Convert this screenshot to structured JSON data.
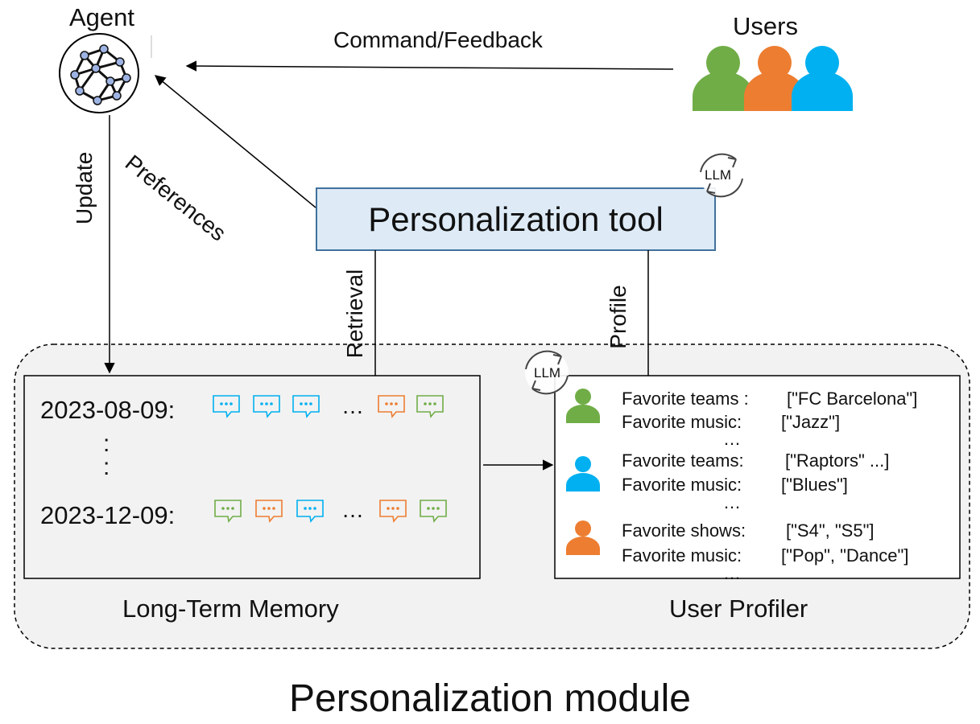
{
  "agent": {
    "label": "Agent",
    "icon": "neural-network-brain-icon"
  },
  "users": {
    "label": "Users",
    "colors": [
      "#70AD47",
      "#ED7D31",
      "#00B0F0"
    ],
    "icon": "users-group-icon"
  },
  "edges": {
    "command_feedback": "Command/Feedback",
    "preferences": "Preferences",
    "update": "Update",
    "retrieval": "Retrieval",
    "profile": "Profile"
  },
  "tool": {
    "label": "Personalization tool",
    "fill": "#DEEBF7",
    "stroke": "#41719C"
  },
  "llm_badge": {
    "label": "LLM",
    "icon": "refresh-cycle-icon"
  },
  "memory": {
    "title": "Long-Term Memory",
    "rows": [
      {
        "date": "2023-08-09:",
        "bubble_colors": [
          "#00B0F0",
          "#00B0F0",
          "#00B0F0",
          "#ED7D31",
          "#70AD47"
        ]
      },
      {
        "date": "2023-12-09:",
        "bubble_colors": [
          "#70AD47",
          "#ED7D31",
          "#00B0F0",
          "#ED7D31",
          "#70AD47"
        ]
      }
    ],
    "ellipsis": "…",
    "vertical_ellipsis": ":"
  },
  "profiler": {
    "title": "User Profiler",
    "users": [
      {
        "color": "#70AD47",
        "lines": [
          {
            "key": "Favorite teams :",
            "value": "[\"FC Barcelona\"]"
          },
          {
            "key": "Favorite music:",
            "value": "[\"Jazz\"]"
          }
        ]
      },
      {
        "color": "#00B0F0",
        "lines": [
          {
            "key": "Favorite teams:",
            "value": "[\"Raptors\" ...]"
          },
          {
            "key": "Favorite music:",
            "value": "[\"Blues\"]"
          }
        ]
      },
      {
        "color": "#ED7D31",
        "lines": [
          {
            "key": "Favorite shows:",
            "value": "[\"S4\", \"S5\"]"
          },
          {
            "key": "Favorite music:",
            "value": "[\"Pop\", \"Dance\"]"
          }
        ]
      }
    ],
    "more": "…"
  },
  "module_title": "Personalization module"
}
